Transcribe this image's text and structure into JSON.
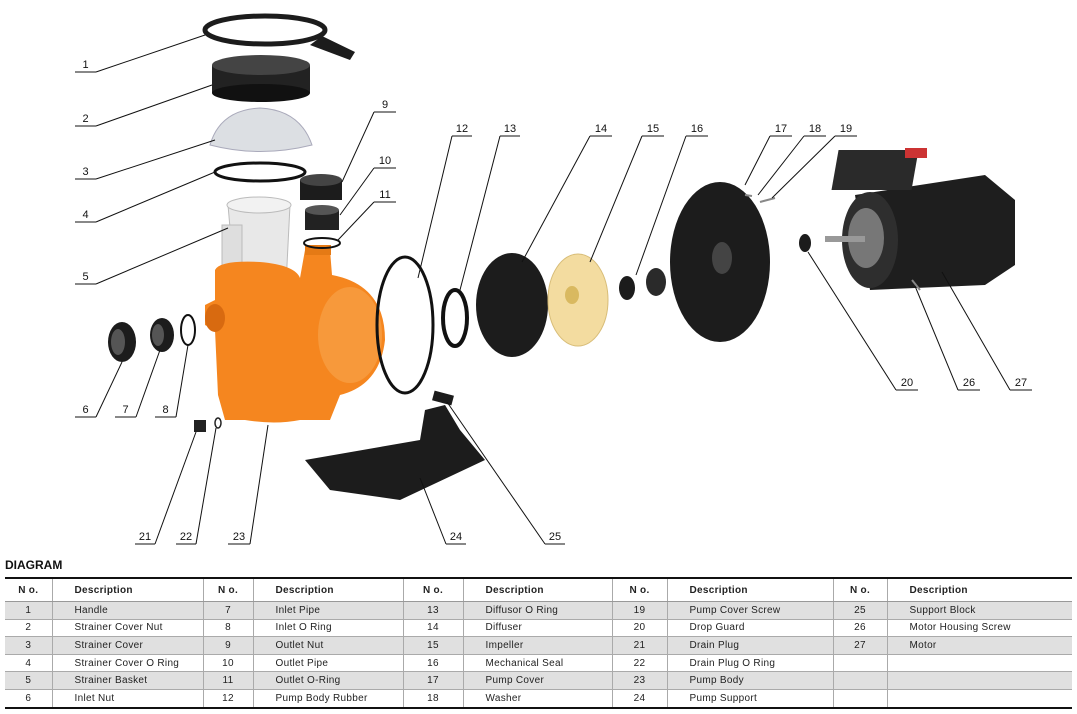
{
  "diagram": {
    "callouts": [
      "1",
      "2",
      "3",
      "4",
      "5",
      "6",
      "7",
      "8",
      "9",
      "10",
      "11",
      "12",
      "13",
      "14",
      "15",
      "16",
      "17",
      "18",
      "19",
      "20",
      "21",
      "22",
      "23",
      "24",
      "25",
      "26",
      "27"
    ],
    "colors": {
      "pump_body": "#f5861f",
      "impeller": "#f3dca0",
      "parts": "#1c1c1c",
      "basket": "#e8e8e8"
    }
  },
  "table": {
    "title": "DIAGRAM",
    "headers": {
      "no": "N o.",
      "desc": "Description"
    },
    "rows": [
      [
        {
          "no": "1",
          "desc": "Handle"
        },
        {
          "no": "7",
          "desc": "Inlet Pipe"
        },
        {
          "no": "13",
          "desc": "Diffusor O Ring"
        },
        {
          "no": "19",
          "desc": "Pump Cover Screw"
        },
        {
          "no": "25",
          "desc": "Support Block"
        }
      ],
      [
        {
          "no": "2",
          "desc": "Strainer Cover Nut"
        },
        {
          "no": "8",
          "desc": "Inlet O Ring"
        },
        {
          "no": "14",
          "desc": "Diffuser"
        },
        {
          "no": "20",
          "desc": "Drop Guard"
        },
        {
          "no": "26",
          "desc": "Motor Housing Screw"
        }
      ],
      [
        {
          "no": "3",
          "desc": "Strainer  Cover"
        },
        {
          "no": "9",
          "desc": "Outlet Nut"
        },
        {
          "no": "15",
          "desc": "Impeller"
        },
        {
          "no": "21",
          "desc": "Drain Plug"
        },
        {
          "no": "27",
          "desc": "Motor"
        }
      ],
      [
        {
          "no": "4",
          "desc": "Strainer Cover O Ring"
        },
        {
          "no": "10",
          "desc": "Outlet Pipe"
        },
        {
          "no": "16",
          "desc": "Mechanical Seal"
        },
        {
          "no": "22",
          "desc": "Drain Plug O Ring"
        },
        {
          "no": "",
          "desc": ""
        }
      ],
      [
        {
          "no": "5",
          "desc": "Strainer Basket"
        },
        {
          "no": "11",
          "desc": "Outlet O-Ring"
        },
        {
          "no": "17",
          "desc": "Pump Cover"
        },
        {
          "no": "23",
          "desc": "Pump Body"
        },
        {
          "no": "",
          "desc": ""
        }
      ],
      [
        {
          "no": "6",
          "desc": "Inlet Nut"
        },
        {
          "no": "12",
          "desc": "Pump Body Rubber"
        },
        {
          "no": "18",
          "desc": "Washer"
        },
        {
          "no": "24",
          "desc": "Pump Support"
        },
        {
          "no": "",
          "desc": ""
        }
      ]
    ]
  }
}
